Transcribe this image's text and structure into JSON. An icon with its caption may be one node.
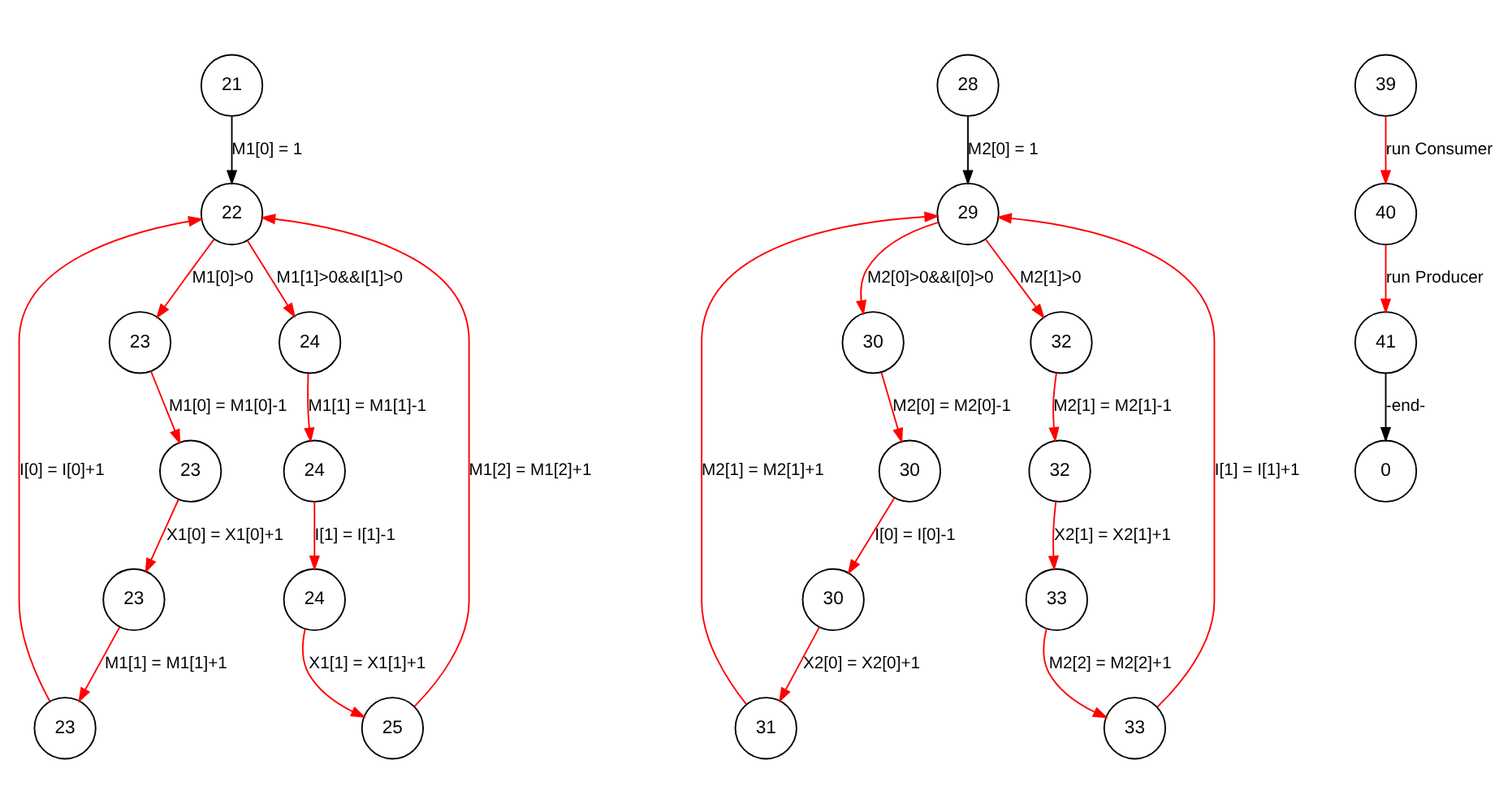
{
  "diagram": {
    "nodes": [
      {
        "text": [
          "21"
        ]
      },
      {
        "text": [
          "22"
        ]
      },
      {
        "text": [
          "23"
        ]
      },
      {
        "text": [
          "24"
        ]
      },
      {
        "text": [
          "23"
        ]
      },
      {
        "text": [
          "24"
        ]
      },
      {
        "text": [
          "23"
        ]
      },
      {
        "text": [
          "24"
        ]
      },
      {
        "text": [
          "23"
        ]
      },
      {
        "text": [
          "25"
        ]
      },
      {
        "text": [
          "28"
        ]
      },
      {
        "text": [
          "29"
        ]
      },
      {
        "text": [
          "30"
        ]
      },
      {
        "text": [
          "32"
        ]
      },
      {
        "text": [
          "30"
        ]
      },
      {
        "text": [
          "32"
        ]
      },
      {
        "text": [
          "30"
        ]
      },
      {
        "text": [
          "33"
        ]
      },
      {
        "text": [
          "31"
        ]
      },
      {
        "text": [
          "33"
        ]
      },
      {
        "text": [
          "39"
        ]
      },
      {
        "text": [
          "40"
        ]
      },
      {
        "text": [
          "41"
        ]
      },
      {
        "text": [
          "0"
        ]
      }
    ],
    "edges": [
      {
        "from": 0,
        "to": 1,
        "arrow": "to",
        "label": "M1[0] = 1",
        "color": "#000000"
      },
      {
        "from": 1,
        "to": 2,
        "arrow": "to",
        "label": "M1[0]>0"
      },
      {
        "from": 1,
        "to": 3,
        "arrow": "to",
        "label": "M1[1]>0&&I[1]>0"
      },
      {
        "from": 2,
        "to": 4,
        "arrow": "to",
        "label": "M1[0] = M1[0]-1"
      },
      {
        "from": 3,
        "to": 5,
        "arrow": "to",
        "label": "M1[1] = M1[1]-1"
      },
      {
        "from": 4,
        "to": 6,
        "arrow": "to",
        "label": "X1[0] = X1[0]+1"
      },
      {
        "from": 5,
        "to": 7,
        "arrow": "to",
        "label": "I[1] = I[1]-1"
      },
      {
        "from": 6,
        "to": 8,
        "arrow": "to",
        "label": "M1[1] = M1[1]+1"
      },
      {
        "from": 7,
        "to": 9,
        "arrow": "to",
        "label": "X1[1] = X1[1]+1"
      },
      {
        "from": 8,
        "to": 1,
        "arrow": "to",
        "label": "I[0] = I[0]+1"
      },
      {
        "from": 9,
        "to": 1,
        "arrow": "to",
        "label": "M1[2] = M1[2]+1"
      },
      {
        "from": 10,
        "to": 11,
        "arrow": "to",
        "label": "M2[0] = 1",
        "color": "#000000"
      },
      {
        "from": 11,
        "to": 12,
        "arrow": "to",
        "label": "M2[0]>0&&I[0]>0"
      },
      {
        "from": 11,
        "to": 13,
        "arrow": "to",
        "label": "M2[1]>0"
      },
      {
        "from": 12,
        "to": 14,
        "arrow": "to",
        "label": "M2[0] = M2[0]-1"
      },
      {
        "from": 13,
        "to": 15,
        "arrow": "to",
        "label": "M2[1] = M2[1]-1"
      },
      {
        "from": 14,
        "to": 16,
        "arrow": "to",
        "label": "I[0] = I[0]-1"
      },
      {
        "from": 15,
        "to": 17,
        "arrow": "to",
        "label": "X2[1] = X2[1]+1"
      },
      {
        "from": 16,
        "to": 18,
        "arrow": "to",
        "label": "X2[0] = X2[0]+1"
      },
      {
        "from": 17,
        "to": 19,
        "arrow": "to",
        "label": "M2[2] = M2[2]+1"
      },
      {
        "from": 18,
        "to": 11,
        "arrow": "to",
        "label": "M2[1] = M2[1]+1"
      },
      {
        "from": 19,
        "to": 11,
        "arrow": "to",
        "label": "I[1] = I[1]+1"
      },
      {
        "from": 20,
        "to": 21,
        "arrow": "to",
        "label": "run Consumer"
      },
      {
        "from": 21,
        "to": 22,
        "arrow": "to",
        "label": "run Producer"
      },
      {
        "from": 22,
        "to": 23,
        "arrow": "to",
        "label": "-end-",
        "color": "#000000"
      }
    ]
  }
}
